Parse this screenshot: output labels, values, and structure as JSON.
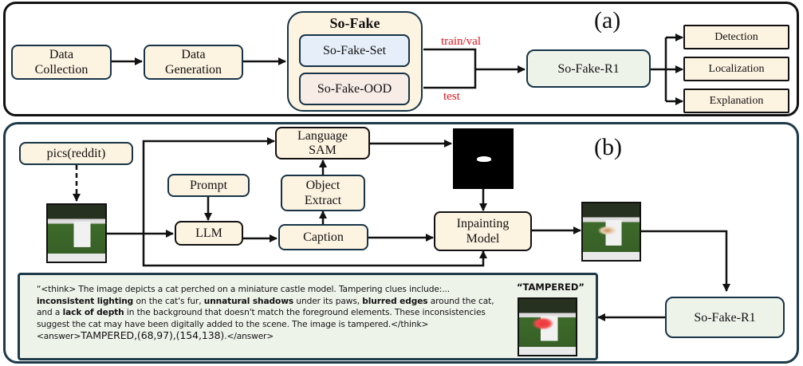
{
  "panel_a": {
    "label": "(a)",
    "data_collection": "Data\nCollection",
    "data_generation": "Data\nGeneration",
    "so_fake_title": "So-Fake",
    "so_fake_set": "So-Fake-Set",
    "so_fake_ood": "So-Fake-OOD",
    "train_val_label": "train/val",
    "test_label": "test",
    "model": "So-Fake-R1",
    "outputs": [
      "Detection",
      "Localization",
      "Explanation"
    ]
  },
  "panel_b": {
    "label": "(b)",
    "source": "pics(reddit)",
    "prompt": "Prompt",
    "llm": "LLM",
    "caption": "Caption",
    "object_extract": "Object\nExtract",
    "language_sam": "Language\nSAM",
    "inpainting_model": "Inpainting\nModel",
    "model": "So-Fake-R1",
    "result_label": "“TAMPERED”",
    "reasoning": {
      "segments": [
        {
          "text": "“<think> The image depicts a cat perched on a miniature castle model. Tampering clues include:... ",
          "bold": false
        },
        {
          "text": "inconsistent lighting",
          "bold": true
        },
        {
          "text": " on the cat's fur, ",
          "bold": false
        },
        {
          "text": "unnatural shadows",
          "bold": true
        },
        {
          "text": " under its paws, ",
          "bold": false
        },
        {
          "text": "blurred edges",
          "bold": true
        },
        {
          "text": " around the cat, and a ",
          "bold": false
        },
        {
          "text": "lack of depth",
          "bold": true
        },
        {
          "text": " in the background that doesn't match the foreground elements. These inconsistencies suggest the cat may have been digitally added to the scene. The image is tampered.</think><answer>",
          "bold": false
        },
        {
          "text": "TAMPERED,(68,97),(154,138)",
          "bold": false,
          "large": true
        },
        {
          "text": ".</answer>",
          "bold": false
        }
      ]
    }
  },
  "colors": {
    "node_fill": "#fdf3e1",
    "node_border": "#173447",
    "model_fill": "#eef3ea",
    "set_fill": "#e6eff9",
    "ood_fill": "#f7ece6",
    "annotation_red": "#e8121a"
  }
}
